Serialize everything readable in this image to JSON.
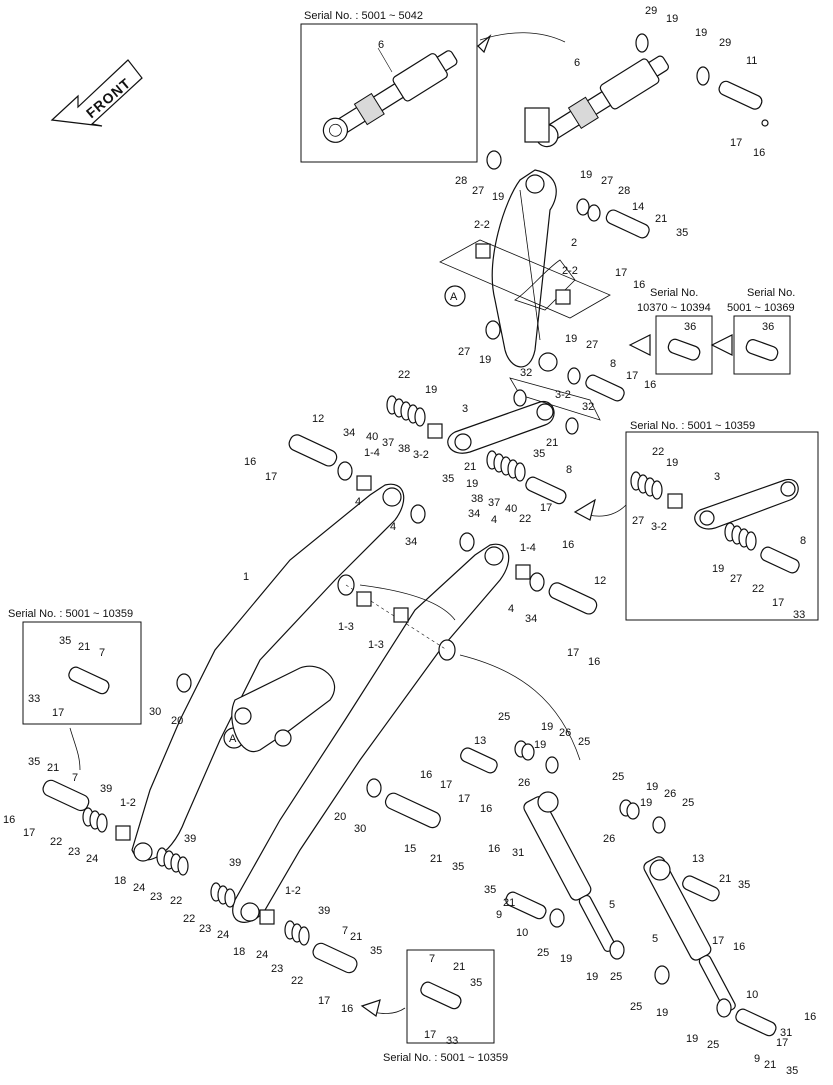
{
  "direction_label": "FRONT",
  "section_marker": "A",
  "insets": {
    "top_cylinder": "Serial No. : 5001 ~ 5042",
    "pin36_a": [
      "Serial No.",
      "10370 ~ 10394"
    ],
    "pin36_b": [
      "Serial No.",
      "5001 ~ 10369"
    ],
    "link_right": "Serial No. : 5001 ~ 10359",
    "pin_left": "Serial No. : 5001 ~ 10359",
    "pin_bottom": "Serial No. : 5001 ~ 10359"
  },
  "part_labels": [
    "1",
    "1-2",
    "1-3",
    "1-4",
    "2",
    "2-2",
    "3",
    "3-2",
    "4",
    "5",
    "6",
    "7",
    "8",
    "9",
    "10",
    "11",
    "12",
    "13",
    "14",
    "15",
    "16",
    "17",
    "18",
    "19",
    "20",
    "21",
    "22",
    "23",
    "24",
    "25",
    "26",
    "27",
    "28",
    "29",
    "30",
    "31",
    "32",
    "33",
    "34",
    "35",
    "36",
    "37",
    "38",
    "39",
    "40"
  ]
}
